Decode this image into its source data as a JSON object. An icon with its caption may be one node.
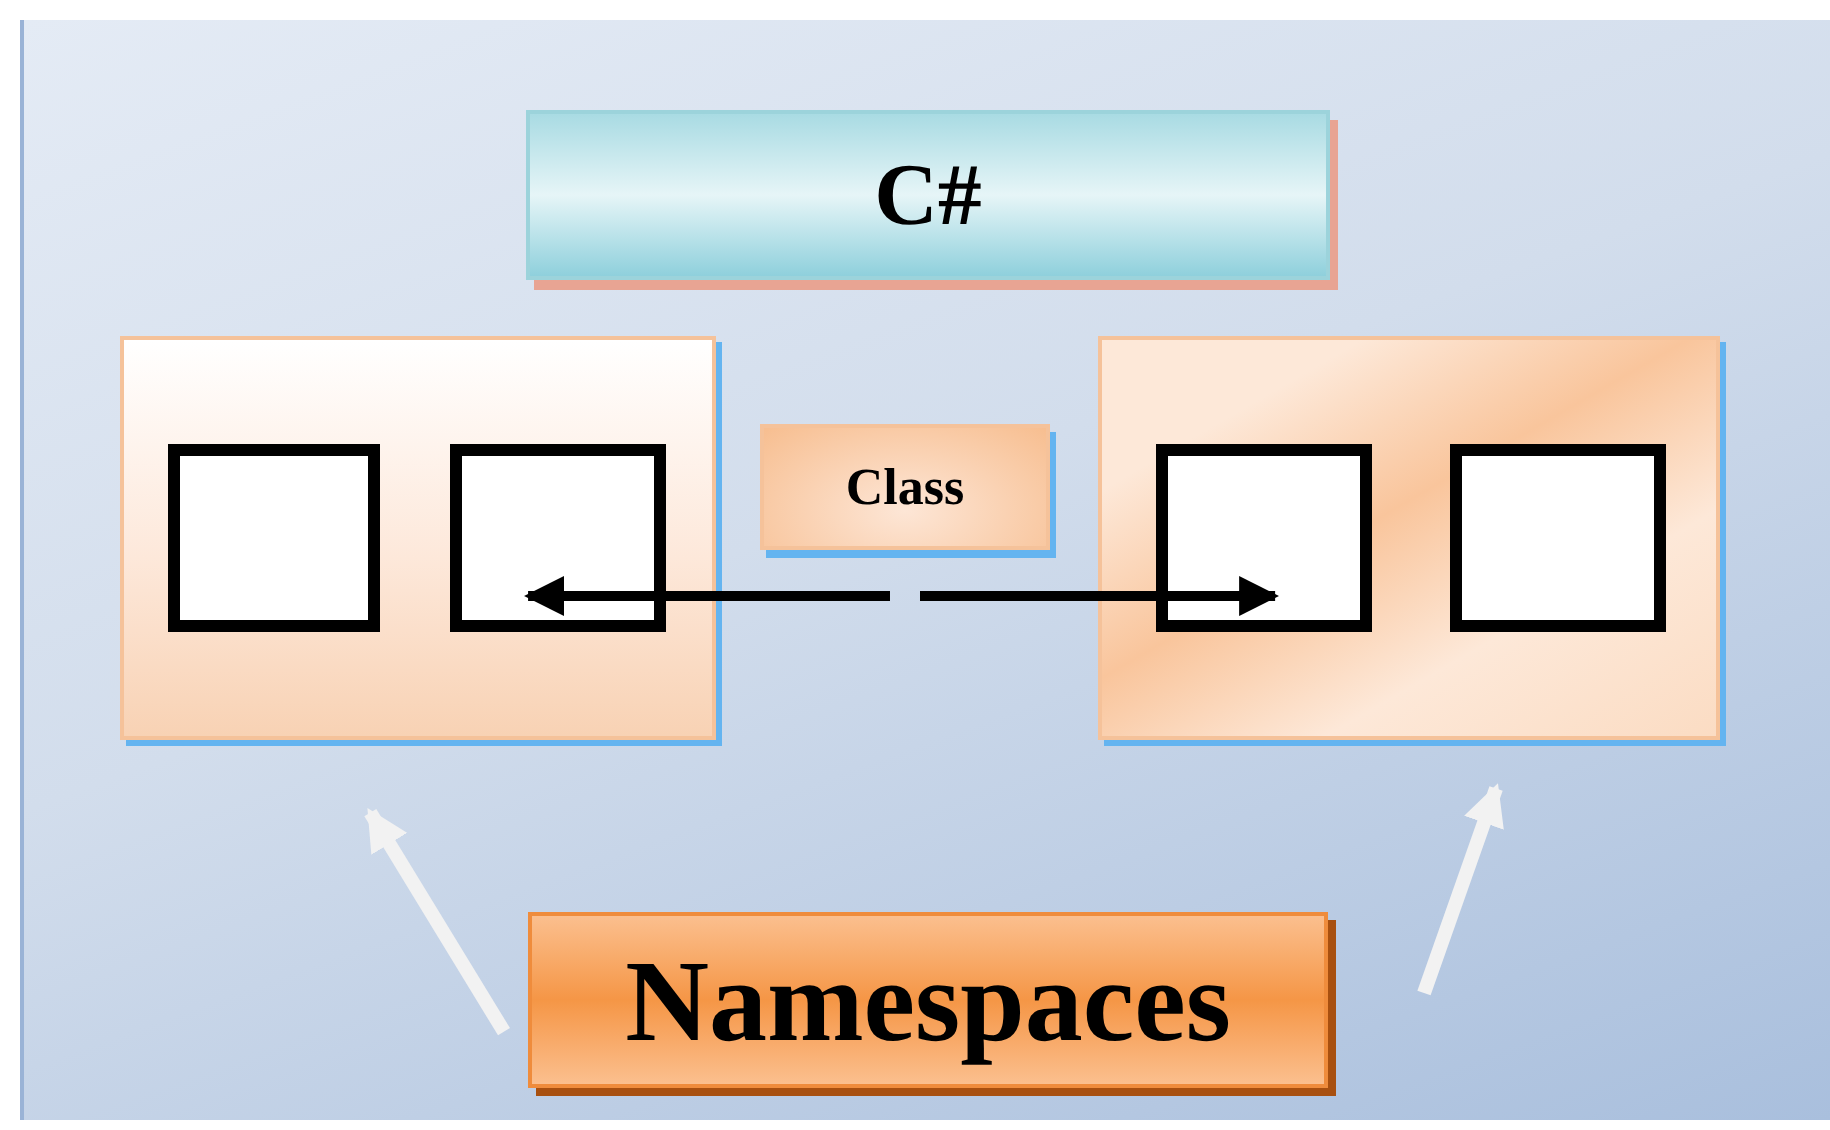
{
  "diagram": {
    "nodes": [
      {
        "text": [
          "C#"
        ]
      },
      {
        "text": [],
        "shape": "box"
      },
      {
        "text": [],
        "shape": "box",
        "in": 1
      },
      {
        "text": [],
        "shape": "box",
        "in": 1
      },
      {
        "text": [
          "Class"
        ]
      },
      {
        "text": [],
        "shape": "box"
      },
      {
        "text": [],
        "shape": "box",
        "in": 5
      },
      {
        "text": [],
        "shape": "box",
        "in": 5
      },
      {
        "text": [
          "Namespaces"
        ]
      }
    ],
    "edges": [
      {
        "from": null,
        "to": 3,
        "arrow": "to"
      },
      {
        "from": null,
        "to": 6,
        "arrow": "to"
      },
      {
        "from": 8,
        "to": 1,
        "arrow": "to",
        "color": "#f2f2f2"
      },
      {
        "from": 8,
        "to": 5,
        "arrow": "to",
        "color": "#f2f2f2"
      }
    ]
  }
}
